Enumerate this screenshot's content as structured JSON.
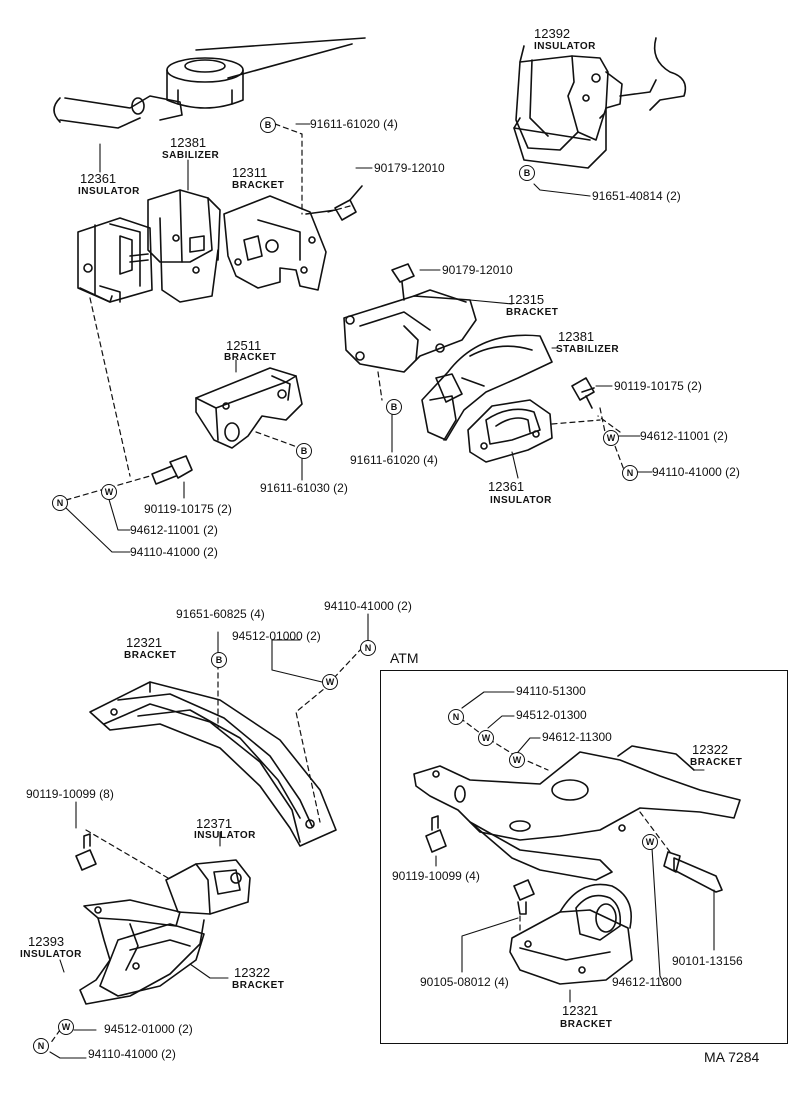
{
  "callouts": {
    "p12392": {
      "no": "12392",
      "name": "INSULATOR"
    },
    "p12381a": {
      "no": "12381",
      "name": "SABILIZER"
    },
    "p12361a": {
      "no": "12361",
      "name": "INSULATOR"
    },
    "p12311": {
      "no": "12311",
      "name": "BRACKET"
    },
    "p12315": {
      "no": "12315",
      "name": "BRACKET"
    },
    "p12381b": {
      "no": "12381",
      "name": "STABILIZER"
    },
    "p12511": {
      "no": "12511",
      "name": "BRACKET"
    },
    "p12361b": {
      "no": "12361",
      "name": "INSULATOR"
    },
    "p12321a": {
      "no": "12321",
      "name": "BRACKET"
    },
    "p12371": {
      "no": "12371",
      "name": "INSULATOR"
    },
    "p12393": {
      "no": "12393",
      "name": "INSULATOR"
    },
    "p12322a": {
      "no": "12322",
      "name": "BRACKET"
    },
    "p12322b": {
      "no": "12322",
      "name": "BRACKET"
    },
    "p12321b": {
      "no": "12321",
      "name": "BRACKET"
    }
  },
  "fasteners": {
    "f1": "91611-61020 (4)",
    "f2": "90179-12010",
    "f3": "91651-40814 (2)",
    "f4": "90179-12010",
    "f5": "90119-10175 (2)",
    "f6": "94612-11001 (2)",
    "f7": "94110-41000 (2)",
    "f8": "91611-61020 (4)",
    "f9": "91611-61030 (2)",
    "f10": "90119-10175 (2)",
    "f11": "94612-11001 (2)",
    "f12": "94110-41000 (2)",
    "f13": "91651-60825 (4)",
    "f14": "94110-41000 (2)",
    "f15": "94512-01000 (2)",
    "f16": "90119-10099 (8)",
    "f17": "94512-01000 (2)",
    "f18": "94110-41000 (2)",
    "f19": "94110-51300",
    "f20": "94512-01300",
    "f21": "94612-11300",
    "f22": "90119-10099 (4)",
    "f23": "90105-08012 (4)",
    "f24": "94612-11300",
    "f25": "90101-13156"
  },
  "symbols": {
    "bolt": "B",
    "washer": "W",
    "nut": "N"
  },
  "atm_label": "ATM",
  "ref": "MA  7284"
}
